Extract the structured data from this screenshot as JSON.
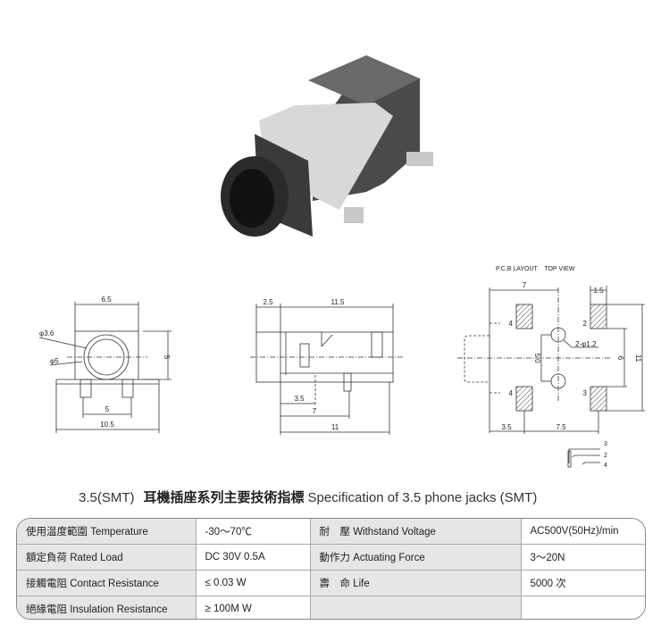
{
  "drawings": {
    "front": {
      "width": "6.5",
      "hole_inner": "φ3.6",
      "hole_outer": "φ5",
      "height": "5",
      "pin_spacing": "5",
      "base_width": "10.5"
    },
    "side": {
      "front_len": "2.5",
      "body_len": "11.5",
      "pin1": "3.5",
      "pin2": "7",
      "pin3": "11"
    },
    "pcb": {
      "title": "P.C.B LAYOUT    TOP VIEW",
      "width": "7",
      "pad_width": "1.5",
      "hole_spacing": "5.0",
      "pad_spacing": "6",
      "total": "11",
      "holes": "2-φ1.2",
      "left_offset": "3.5",
      "right_offset": "7.5",
      "pin2": "2",
      "pin3": "3",
      "pin4a": "4",
      "pin4b": "4",
      "schem_3": "3",
      "schem_2": "2",
      "schem_4": "4"
    }
  },
  "title": {
    "prefix": "3.5(SMT)",
    "chinese": "耳機插座系列主要技術指標",
    "english": "Specification of 3.5 phone jacks (SMT)"
  },
  "specs": [
    {
      "label1": "使用温度範圍 Temperature",
      "value1": "-30～70℃",
      "label2": "耐　壓 Withstand Voltage",
      "value2": "AC500V(50Hz)/min"
    },
    {
      "label1": "額定負荷  Rated Load",
      "value1": "DC  30V  0.5A",
      "label2": "動作力 Actuating Force",
      "value2": "3～20N"
    },
    {
      "label1": "接觸電阻  Contact Resistance",
      "value1": "≤ 0.03 W",
      "label2": "壽　命 Life",
      "value2": "5000 次"
    },
    {
      "label1": "絕緣電阻  Insulation Resistance",
      "value1": "≥ 100M W",
      "label2": "",
      "value2": ""
    }
  ]
}
